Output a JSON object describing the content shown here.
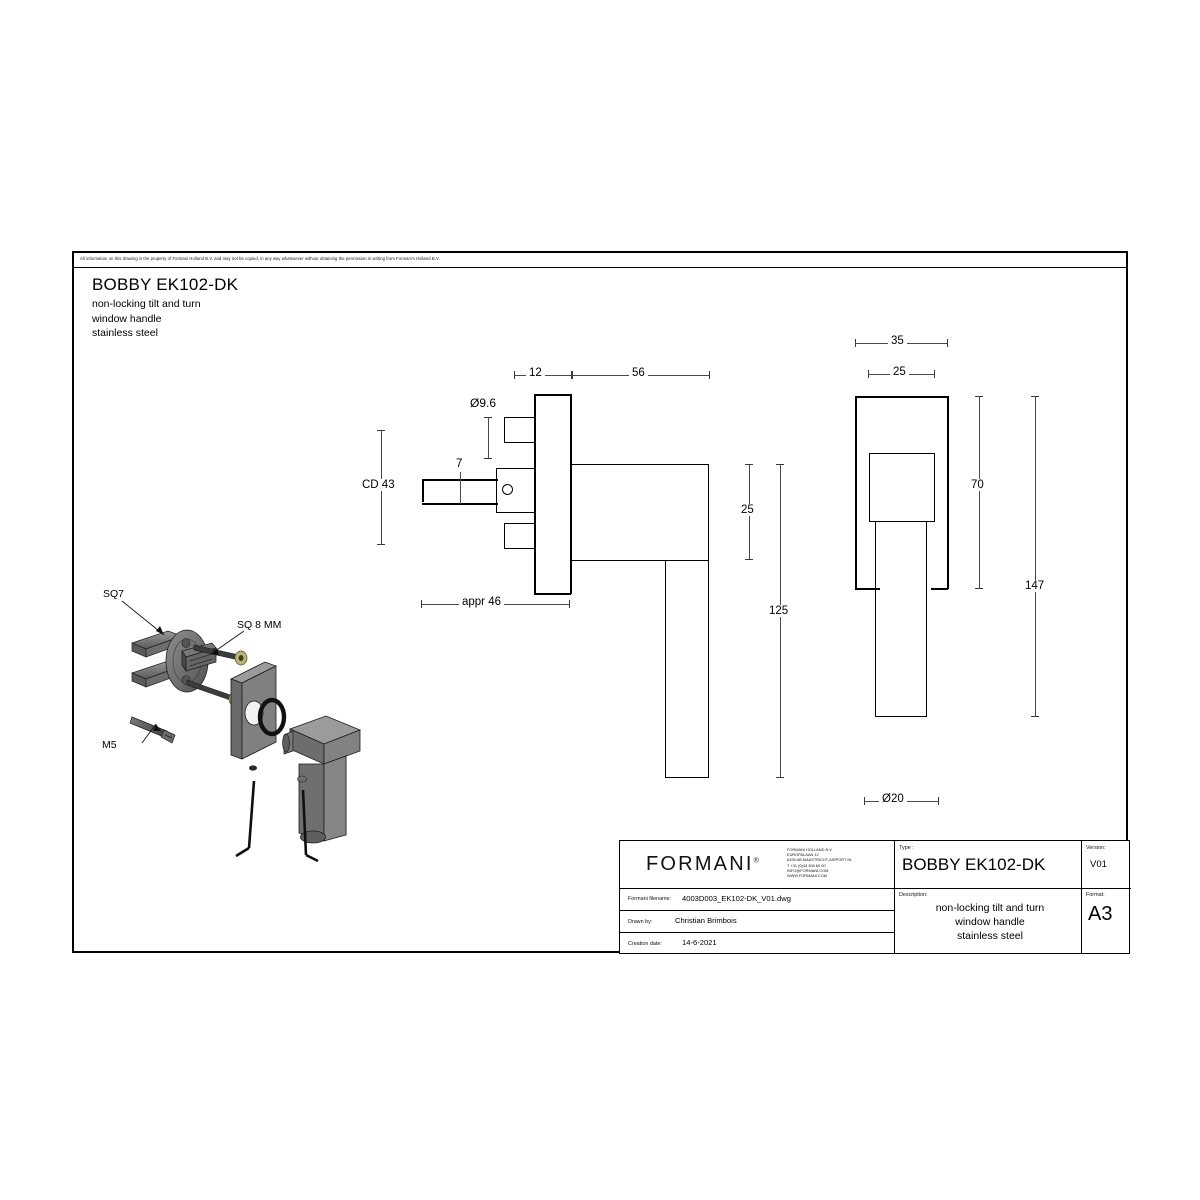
{
  "sheet": {
    "copyright": "All information on this drawing is the property of Formani Holland B.V. and may not be copied, in any way whatsoever without obtaining the permission in writing from Formani's Holland B.V.",
    "title": "BOBBY EK102-DK",
    "subtitle_lines": [
      "non-locking tilt and turn",
      "window handle",
      "stainless steel"
    ]
  },
  "dimensions": {
    "d12": "12",
    "d56": "56",
    "d_dia96": "Ø9.6",
    "d7": "7",
    "cd43": "CD 43",
    "appr46": "appr 46",
    "d25_side": "25",
    "d125": "125",
    "d35": "35",
    "d25_front": "25",
    "d70": "70",
    "d147": "147",
    "dia20": "Ø20"
  },
  "iso_labels": {
    "sq7": "SQ7",
    "sq8mm": "SQ 8 MM",
    "m5": "M5"
  },
  "title_block": {
    "brand": "FORMANI",
    "brand_mark": "®",
    "address_lines": [
      "FORMANI HOLLAND B.V.",
      "EUROPALAAN 12",
      "6199 AB MAASTRICHT-AIRPORT NL",
      "T +31 (0)43 308 60 00",
      "INFO@FORMANI.COM",
      "WWW.FORMANI.COM"
    ],
    "filename_label": "Formani filename:",
    "filename_value": "4003D003_EK102-DK_V01.dwg",
    "drawn_by_label": "Drawn by:",
    "drawn_by_value": "Christian Brimbois",
    "creation_date_label": "Creation date:",
    "creation_date_value": "14-6-2021",
    "type_label": "Type :",
    "type_value": "BOBBY EK102-DK",
    "version_label": "Version:",
    "version_value": "V01",
    "description_label": "Description:",
    "description_lines": [
      "non-locking tilt and turn",
      "window handle",
      "stainless steel"
    ],
    "format_label": "Format:",
    "format_value": "A3"
  },
  "colors": {
    "line": "#000000",
    "dimension": "#4a4a4a",
    "background": "#ffffff"
  }
}
